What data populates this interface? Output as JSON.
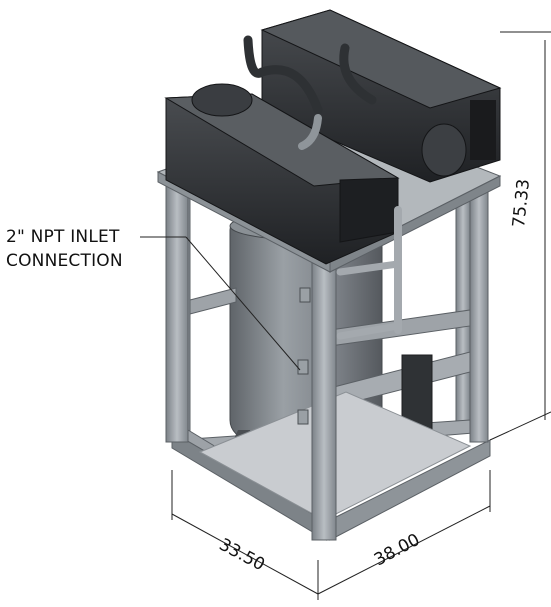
{
  "callout": {
    "line1": "2\" NPT INLET",
    "line2": "CONNECTION"
  },
  "dimensions": {
    "height": "75.33",
    "depth": "33.50",
    "width": "38.00"
  },
  "colors": {
    "frame": "#8f959b",
    "tank": "#7d8288",
    "pump_body": "#2b2d30",
    "hose": "#3a3d40"
  }
}
